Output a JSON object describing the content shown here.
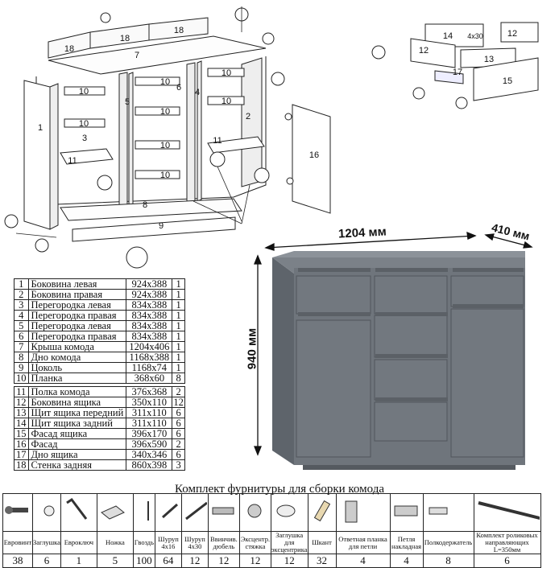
{
  "drawing": {
    "labels": [
      "1",
      "2",
      "3",
      "4",
      "5",
      "6",
      "7",
      "8",
      "9",
      "10",
      "11",
      "12",
      "13",
      "14",
      "15",
      "16",
      "17",
      "18"
    ],
    "drawer_screw": "4x30"
  },
  "dimensions": {
    "width": "1204 мм",
    "depth": "410 мм",
    "height": "940 мм"
  },
  "parts": [
    {
      "n": "1",
      "name": "Боковина левая",
      "size": "924x388",
      "qty": "1"
    },
    {
      "n": "2",
      "name": "Боковина правая",
      "size": "924x388",
      "qty": "1"
    },
    {
      "n": "3",
      "name": "Перегородка левая",
      "size": "834x388",
      "qty": "1"
    },
    {
      "n": "4",
      "name": "Перегородка правая",
      "size": "834x388",
      "qty": "1"
    },
    {
      "n": "5",
      "name": "Перегородка левая",
      "size": "834x388",
      "qty": "1"
    },
    {
      "n": "6",
      "name": "Перегородка правая",
      "size": "834x388",
      "qty": "1"
    },
    {
      "n": "7",
      "name": "Крыша комода",
      "size": "1204x406",
      "qty": "1"
    },
    {
      "n": "8",
      "name": "Дно комода",
      "size": "1168x388",
      "qty": "1"
    },
    {
      "n": "9",
      "name": "Цоколь",
      "size": "1168x74",
      "qty": "1"
    },
    {
      "n": "10",
      "name": "Планка",
      "size": "368x60",
      "qty": "8"
    },
    {
      "n": "11",
      "name": "Полка комода",
      "size": "376x368",
      "qty": "2"
    },
    {
      "n": "12",
      "name": "Боковина ящика",
      "size": "350x110",
      "qty": "12"
    },
    {
      "n": "13",
      "name": "Щит ящика передний",
      "size": "311x110",
      "qty": "6"
    },
    {
      "n": "14",
      "name": "Щит ящика задний",
      "size": "311x110",
      "qty": "6"
    },
    {
      "n": "15",
      "name": "Фасад ящика",
      "size": "396x170",
      "qty": "6"
    },
    {
      "n": "16",
      "name": "Фасад",
      "size": "396x590",
      "qty": "2"
    },
    {
      "n": "17",
      "name": "Дно ящика",
      "size": "340x346",
      "qty": "6"
    },
    {
      "n": "18",
      "name": "Стенка задняя",
      "size": "860x398",
      "qty": "3"
    }
  ],
  "kit": {
    "title": "Комплект фурнитуры для сборки комода",
    "items": [
      {
        "label": "Евровинт",
        "count": "38",
        "icon": "eurobolt-icon"
      },
      {
        "label": "Заглушка",
        "count": "6",
        "icon": "cap-icon"
      },
      {
        "label": "Евроключ",
        "count": "1",
        "icon": "hex-key-icon"
      },
      {
        "label": "Ножка",
        "count": "5",
        "icon": "foot-icon"
      },
      {
        "label": "Гвоздь",
        "count": "100",
        "icon": "nail-icon"
      },
      {
        "label": "Шуруп 4x16",
        "count": "64",
        "icon": "screw-short-icon"
      },
      {
        "label": "Шуруп 4x30",
        "count": "12",
        "icon": "screw-long-icon"
      },
      {
        "label": "Ввинчив. дюбель",
        "count": "12",
        "icon": "dowel-icon"
      },
      {
        "label": "Эксцентр. стяжка",
        "count": "12",
        "icon": "eccentric-icon"
      },
      {
        "label": "Заглушка для эксцентрика",
        "count": "12",
        "icon": "eccentric-cap-icon"
      },
      {
        "label": "Шкант",
        "count": "32",
        "icon": "wood-dowel-icon"
      },
      {
        "label": "Ответная планка для петли",
        "count": "4",
        "icon": "hinge-plate-icon"
      },
      {
        "label": "Петля накладная",
        "count": "4",
        "icon": "hinge-icon"
      },
      {
        "label": "Полкодержатель",
        "count": "8",
        "icon": "shelf-support-icon"
      },
      {
        "label": "Комплект роликовых направляющих L=350мм",
        "count": "6",
        "icon": "rail-icon"
      }
    ]
  }
}
